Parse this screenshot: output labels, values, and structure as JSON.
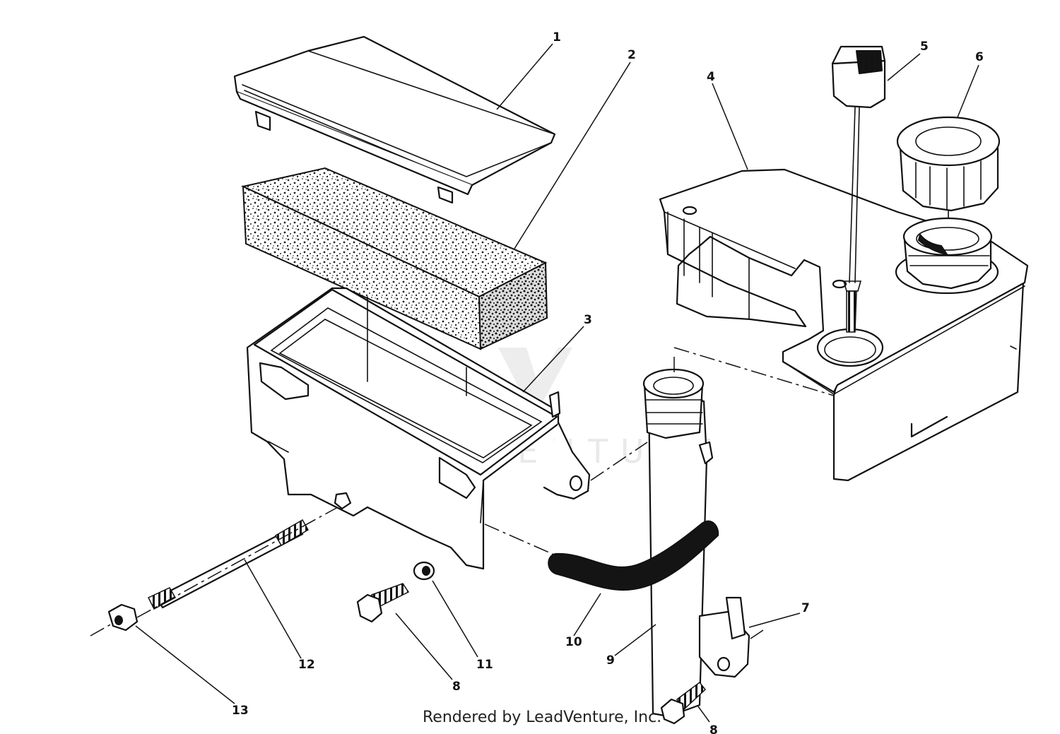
{
  "diagram": {
    "watermark": "LEADVENTURE",
    "footer": "Rendered by LeadVenture, Inc.",
    "callouts": {
      "c1": "1",
      "c2": "2",
      "c3": "3",
      "c4": "4",
      "c5": "5",
      "c6": "6",
      "c7": "7",
      "c8a": "8",
      "c8b": "8",
      "c9": "9",
      "c10": "10",
      "c11": "11",
      "c12": "12",
      "c13": "13"
    }
  }
}
